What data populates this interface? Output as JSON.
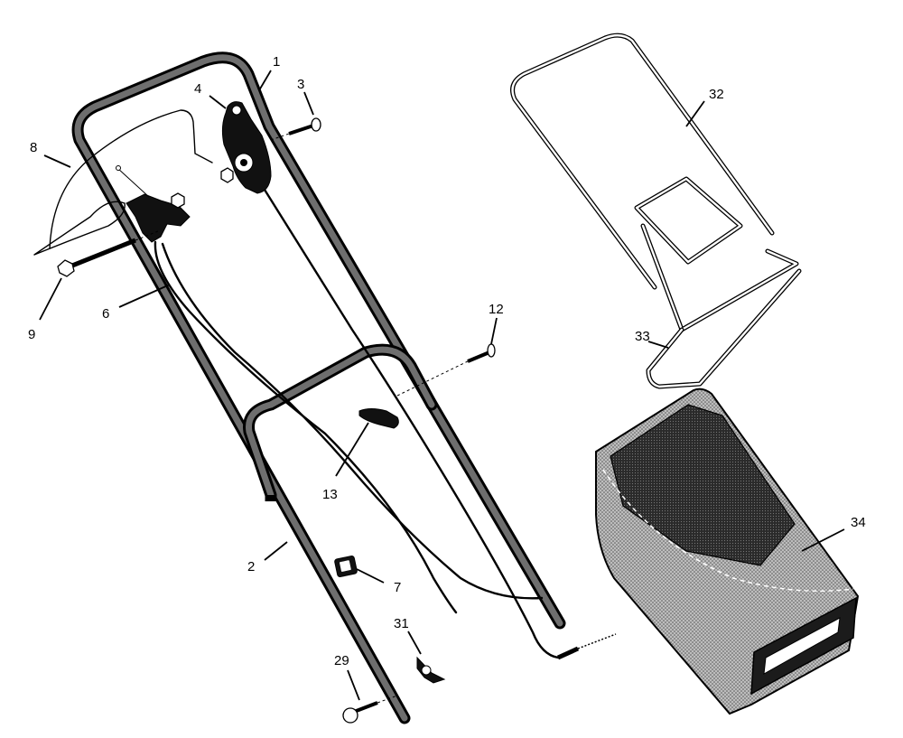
{
  "callouts": [
    {
      "id": "1",
      "label": "1"
    },
    {
      "id": "2",
      "label": "2"
    },
    {
      "id": "3",
      "label": "3"
    },
    {
      "id": "4",
      "label": "4"
    },
    {
      "id": "6",
      "label": "6"
    },
    {
      "id": "7",
      "label": "7"
    },
    {
      "id": "8",
      "label": "8"
    },
    {
      "id": "9",
      "label": "9"
    },
    {
      "id": "12",
      "label": "12"
    },
    {
      "id": "13",
      "label": "13"
    },
    {
      "id": "29",
      "label": "29"
    },
    {
      "id": "31",
      "label": "31"
    },
    {
      "id": "32",
      "label": "32"
    },
    {
      "id": "33",
      "label": "33"
    },
    {
      "id": "34",
      "label": "34"
    }
  ]
}
